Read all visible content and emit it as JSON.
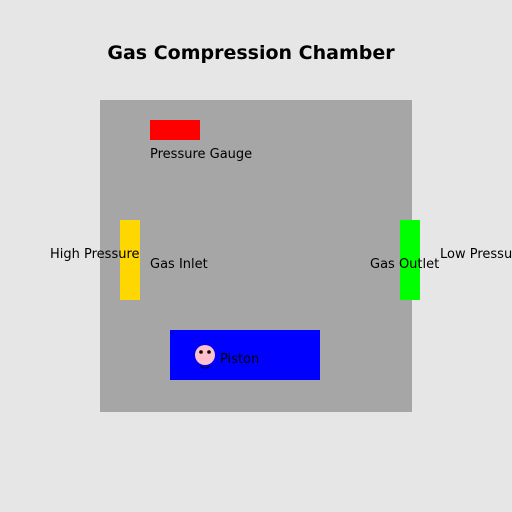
{
  "title": "Gas Compression Chamber",
  "colors": {
    "background": "#e6e6e6",
    "chamber": "#a6a6a6",
    "gauge": "#ff0000",
    "inlet": "#ffd700",
    "outlet": "#00ff00",
    "piston": "#0000ff",
    "face": "#ffc0cb"
  },
  "labels": {
    "pressure_gauge": "Pressure Gauge",
    "high_pressure": "High Pressure",
    "gas_inlet": "Gas Inlet",
    "gas_outlet": "Gas Outlet",
    "low_pressure": "Low Pressure",
    "piston": "Piston"
  },
  "icons": {
    "piston_face": "smiley-face-icon"
  }
}
